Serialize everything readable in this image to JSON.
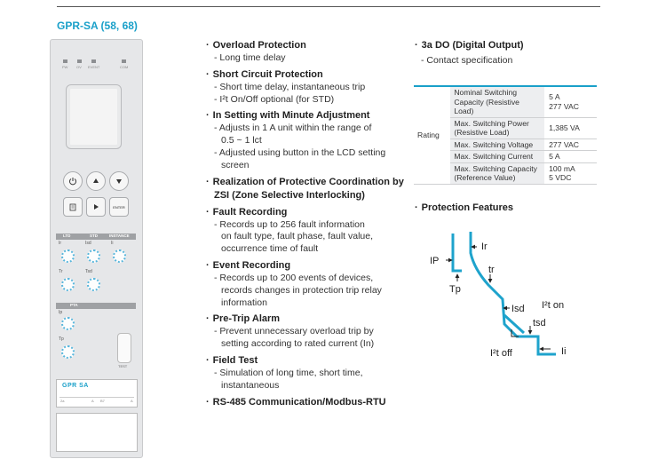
{
  "model_title": "GPR-SA (58, 68)",
  "device": {
    "led_labels": [
      "PW",
      "OV",
      "EVENT",
      "COM"
    ],
    "button_enter": "ENTER",
    "section_labels": [
      "LTD",
      "STD",
      "INSTANCE"
    ],
    "pta_label": "PTA",
    "dial_labels": [
      "Ir",
      "Isd",
      "Ii",
      "Tr",
      "Tsd",
      "Ip",
      "Tp"
    ],
    "test_label": "TEST",
    "nameplate_title": "GPR SA",
    "nameplate_terms": [
      "2a",
      "A",
      "B7",
      "A"
    ]
  },
  "features": [
    {
      "title": "Overload Protection",
      "lines": [
        "- Long time delay"
      ]
    },
    {
      "title": "Short Circuit Protection",
      "lines": [
        "- Short time delay, instantaneous trip",
        "- I²t On/Off optional (for STD)"
      ]
    },
    {
      "title": "In Setting with Minute Adjustment",
      "lines": [
        "- Adjusts in 1 A unit within the range of",
        "0.5 ~ 1 lct",
        "- Adjusted using button in the LCD setting",
        "screen"
      ]
    },
    {
      "title": "Realization of Protective Coordination by",
      "title2": "ZSI (Zone Selective Interlocking)",
      "lines": []
    },
    {
      "title": "Fault Recording",
      "lines": [
        "- Records up to 256 fault information",
        "on fault type, fault phase, fault value,",
        "occurrence time of fault"
      ]
    },
    {
      "title": "Event Recording",
      "lines": [
        "- Records up to 200 events of devices,",
        "records changes in protection trip relay",
        "information"
      ]
    },
    {
      "title": "Pre-Trip Alarm",
      "lines": [
        "- Prevent unnecessary overload trip by",
        "setting according to rated current (In)"
      ]
    },
    {
      "title": "Field Test",
      "lines": [
        "- Simulation of long time, short time,",
        "instantaneous"
      ]
    },
    {
      "title": "RS-485 Communication/Modbus-RTU",
      "lines": []
    }
  ],
  "digital_output": {
    "title": "3a DO (Digital Output)",
    "subtitle": "- Contact specification",
    "category": "Rating",
    "rows": [
      {
        "name": [
          "Nominal Switching",
          "Capacity (Resistive Load)"
        ],
        "value": [
          "5 A",
          "277 VAC"
        ]
      },
      {
        "name": [
          "Max. Switching Power",
          "(Resistive Load)"
        ],
        "value": [
          "1,385 VA"
        ]
      },
      {
        "name": [
          "Max. Switching Voltage"
        ],
        "value": [
          "277 VAC"
        ]
      },
      {
        "name": [
          "Max. Switching Current"
        ],
        "value": [
          "5 A"
        ]
      },
      {
        "name": [
          "Max. Switching Capacity",
          "(Reference Value)"
        ],
        "value": [
          "100 mA",
          "5 VDC"
        ]
      }
    ]
  },
  "protection": {
    "title": "Protection Features",
    "labels": {
      "ir": "Ir",
      "ip": "IP",
      "tr": "tr",
      "tp": "Tp",
      "isd": "Isd",
      "i2t_on": "I²t on",
      "tsd": "tsd",
      "i2t_off": "I²t off",
      "ii": "Ii"
    },
    "curve_color": "#1ea3cc"
  }
}
